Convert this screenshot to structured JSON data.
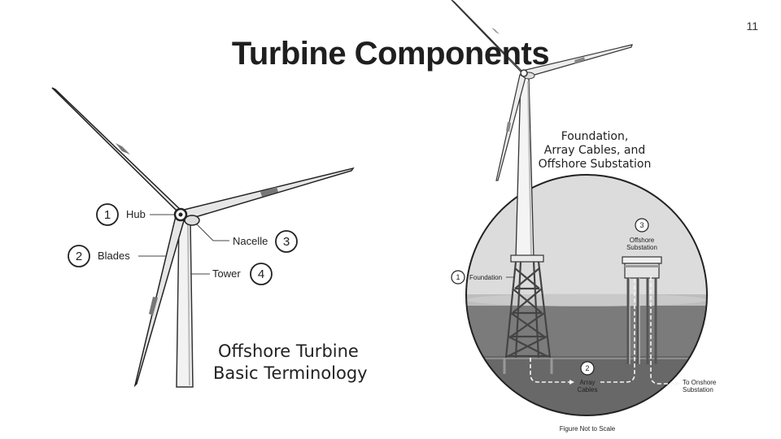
{
  "slide": {
    "title": "Turbine Components",
    "number": "11"
  },
  "left_figure": {
    "heading_line1": "Offshore Turbine",
    "heading_line2": "Basic Terminology",
    "callouts": [
      {
        "num": "1",
        "label": "Hub"
      },
      {
        "num": "2",
        "label": "Blades"
      },
      {
        "num": "3",
        "label": "Nacelle"
      },
      {
        "num": "4",
        "label": "Tower"
      }
    ]
  },
  "right_figure": {
    "heading_line1": "Foundation,",
    "heading_line2": "Array Cables, and",
    "heading_line3": "Offshore Substation",
    "callouts": [
      {
        "num": "1",
        "label": "Foundation"
      },
      {
        "num": "2",
        "label_line1": "Array",
        "label_line2": "Cables"
      },
      {
        "num": "3",
        "label_line1": "Offshore",
        "label_line2": "Substation"
      }
    ],
    "onshore_line1": "To Onshore",
    "onshore_line2": "Substation",
    "footnote": "Figure Not to Scale"
  },
  "colors": {
    "sky": "#d9d9d9",
    "water_surface": "#bfbfbf",
    "water": "#7a7a7a",
    "seabed": "#6a6a6a",
    "structure": "#555555"
  }
}
